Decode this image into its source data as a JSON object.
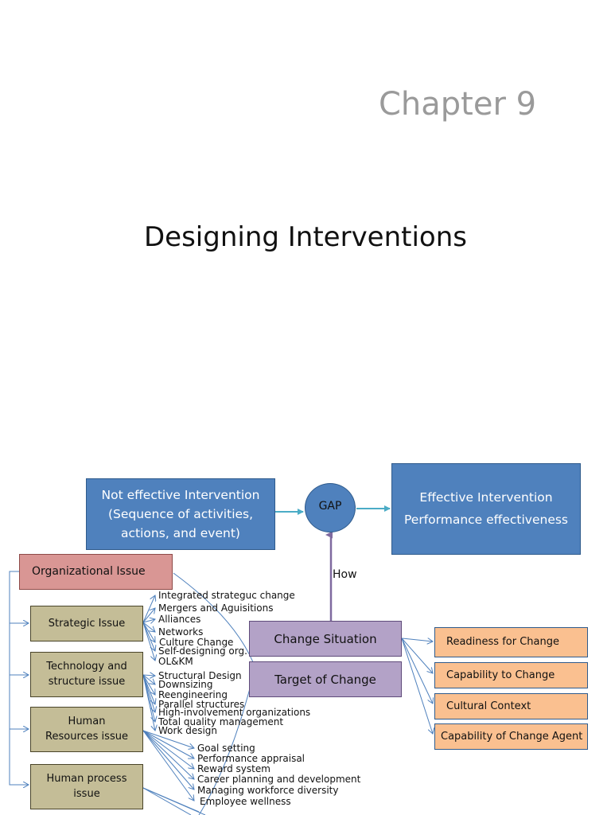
{
  "slide": {
    "chapter": "Chapter 9",
    "title": "Designing Interventions"
  },
  "diagram": {
    "not_effective": {
      "line1": "Not effective Intervention",
      "line2": "(Sequence of activities,",
      "line3": "actions, and event)"
    },
    "gap": "GAP",
    "effective": {
      "line1": "Effective  Intervention",
      "line2": "Performance effectiveness"
    },
    "how": "How",
    "organizational_issue": "Organizational Issue",
    "issues": {
      "strategic": [
        "Strategic Issue"
      ],
      "technology": [
        "Technology and",
        "structure issue"
      ],
      "human_resources": [
        "Human",
        "Resources issue"
      ],
      "human_process": [
        "Human process",
        "issue"
      ]
    },
    "change_situation": "Change Situation",
    "target_of_change": "Target of Change",
    "readiness": [
      "Readiness for Change",
      "Capability to Change",
      "Cultural Context",
      "Capability of Change Agent"
    ],
    "strategic_items": [
      "Integrated strateguc change",
      "Mergers and Aguisitions",
      "Alliances",
      "Networks",
      "Culture Change",
      "Self-designing org.",
      "OL&KM"
    ],
    "technology_items": [
      "Structural Design",
      "Downsizing",
      "Reengineering",
      "Parallel structures",
      "High-involvement organizations",
      "Total quality management",
      "Work design"
    ],
    "hr_items": [
      "Goal setting",
      "Performance appraisal",
      "Reward system",
      "Career planning and development",
      "Managing workforce diversity",
      "Employee wellness"
    ]
  }
}
